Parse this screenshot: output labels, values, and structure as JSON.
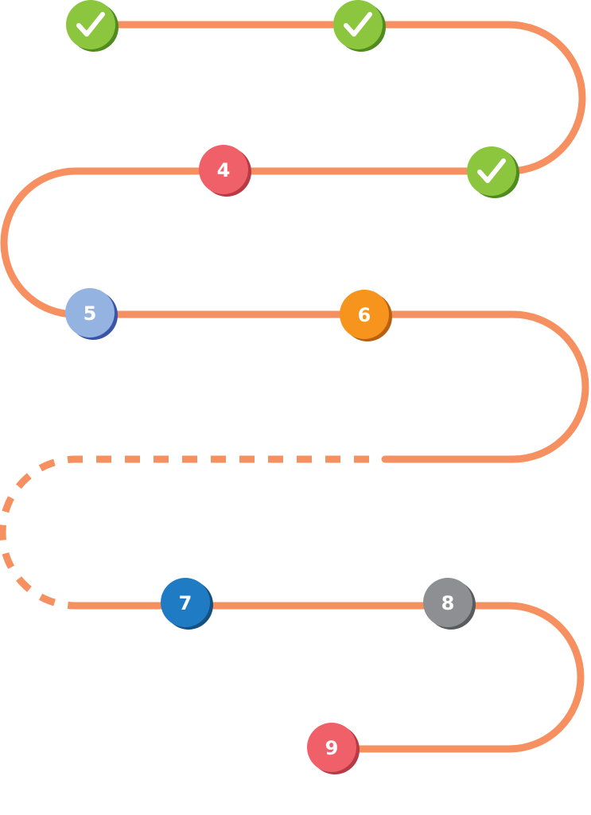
{
  "colors": {
    "path": "#f79060",
    "completed": "#8cc63f",
    "completed_shadow": "#4f8b1f"
  },
  "steps": [
    {
      "label": "",
      "state": "completed",
      "icon": "checkmark-icon",
      "fill": "#8cc63f",
      "shadow": "#4f8b1f"
    },
    {
      "label": "",
      "state": "completed",
      "icon": "checkmark-icon",
      "fill": "#8cc63f",
      "shadow": "#4f8b1f"
    },
    {
      "label": "",
      "state": "completed",
      "icon": "checkmark-icon",
      "fill": "#8cc63f",
      "shadow": "#4f8b1f"
    },
    {
      "label": "4",
      "state": "upcoming",
      "fill": "#f06068",
      "shadow": "#b83a44"
    },
    {
      "label": "5",
      "state": "upcoming",
      "fill": "#94b3e0",
      "shadow": "#3a55a8"
    },
    {
      "label": "6",
      "state": "upcoming",
      "fill": "#f7941d",
      "shadow": "#b86010"
    },
    {
      "label": "7",
      "state": "upcoming",
      "fill": "#1f7cc4",
      "shadow": "#16507e"
    },
    {
      "label": "8",
      "state": "upcoming",
      "fill": "#8e8f92",
      "shadow": "#5a5b5e"
    },
    {
      "label": "9",
      "state": "upcoming",
      "fill": "#f06068",
      "shadow": "#b83a44"
    }
  ]
}
